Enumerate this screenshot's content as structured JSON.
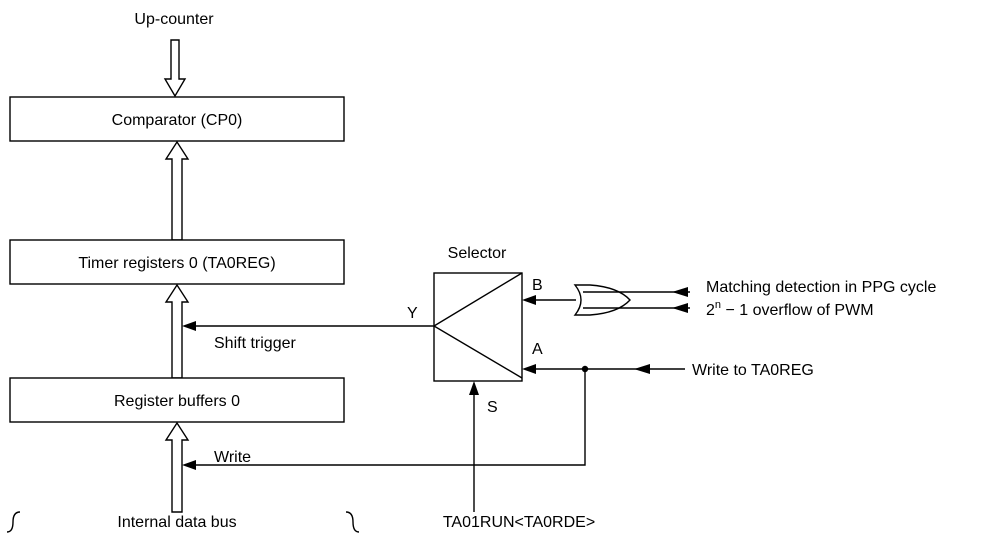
{
  "labels": {
    "up_counter": "Up-counter",
    "comparator": "Comparator (CP0)",
    "timer_registers": "Timer registers 0 (TA0REG)",
    "register_buffers": "Register buffers 0",
    "internal_data_bus": "Internal data bus",
    "selector": "Selector",
    "port_b": "B",
    "port_a": "A",
    "port_y": "Y",
    "port_s": "S",
    "shift_trigger": "Shift trigger",
    "write": "Write",
    "matching_detection": "Matching detection in PPG cycle",
    "overflow_base": "2",
    "overflow_exp": "n",
    "overflow_rest": " − 1 overflow of PWM",
    "write_to_reg": "Write to TA0REG",
    "control_bit": "TA01RUN<TA0RDE>"
  }
}
